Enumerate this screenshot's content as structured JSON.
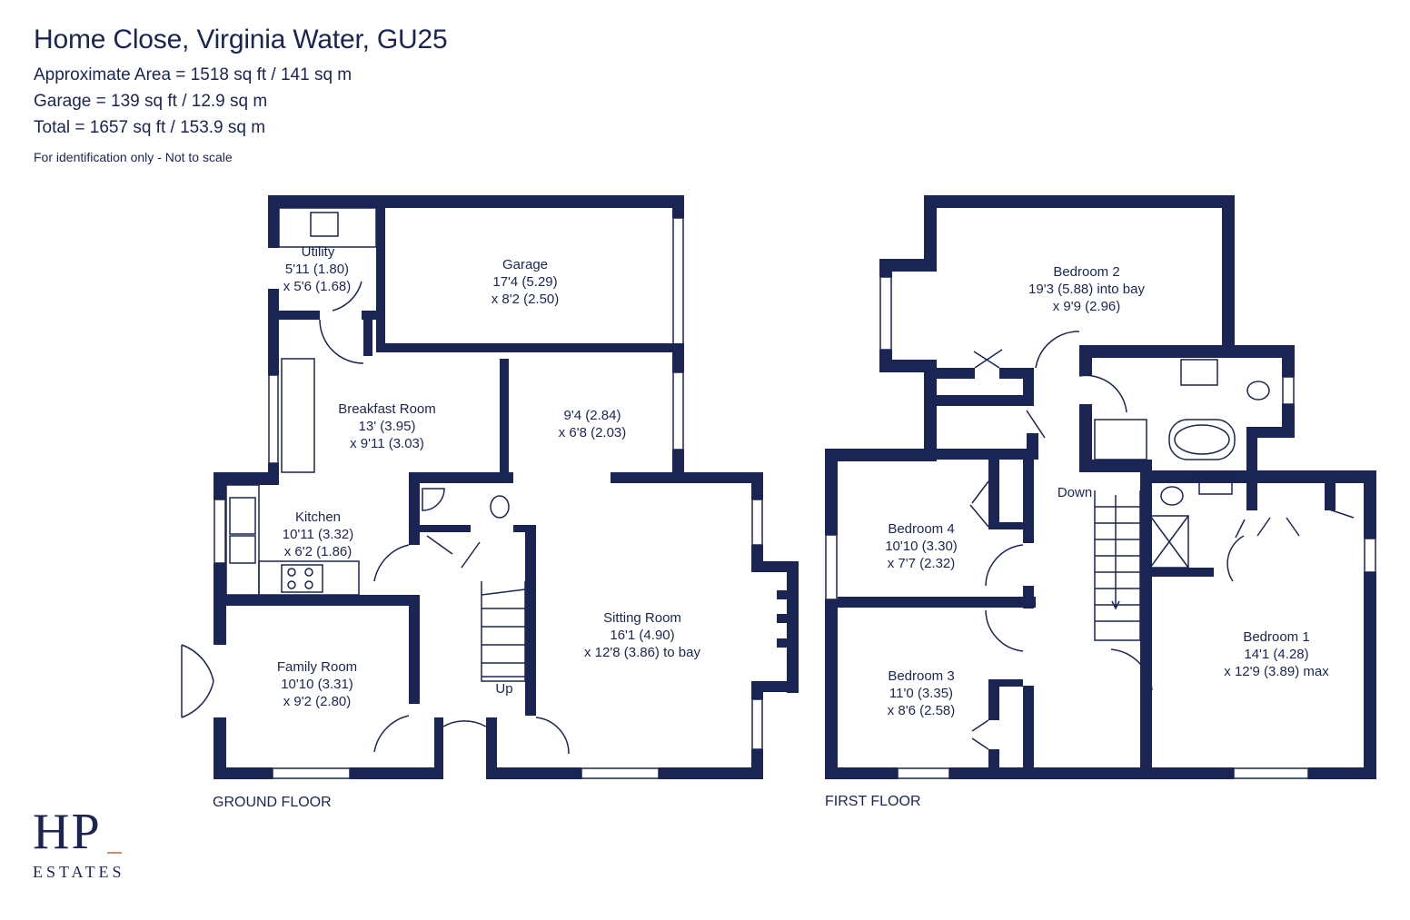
{
  "header": {
    "title": "Home Close, Virginia Water, GU25",
    "area": "Approximate Area = 1518 sq ft / 141 sq m",
    "garage": "Garage = 139 sq ft / 12.9 sq m",
    "total": "Total = 1657 sq ft / 153.9 sq m",
    "note": "For identification only - Not to scale"
  },
  "ground_floor": {
    "label": "GROUND FLOOR",
    "utility": {
      "name": "Utility",
      "dim1": "5'11 (1.80)",
      "dim2": "x 5'6 (1.68)"
    },
    "garage": {
      "name": "Garage",
      "dim1": "17'4 (5.29)",
      "dim2": "x 8'2 (2.50)"
    },
    "breakfast": {
      "name": "Breakfast Room",
      "dim1": "13' (3.95)",
      "dim2": "x 9'11 (3.03)"
    },
    "alcove": {
      "dim1": "9'4 (2.84)",
      "dim2": "x 6'8 (2.03)"
    },
    "kitchen": {
      "name": "Kitchen",
      "dim1": "10'11 (3.32)",
      "dim2": "x 6'2 (1.86)"
    },
    "sitting": {
      "name": "Sitting Room",
      "dim1": "16'1 (4.90)",
      "dim2": "x 12'8 (3.86) to bay"
    },
    "family": {
      "name": "Family Room",
      "dim1": "10'10 (3.31)",
      "dim2": "x 9'2 (2.80)"
    },
    "stairs": "Up"
  },
  "first_floor": {
    "label": "FIRST FLOOR",
    "bedroom2": {
      "name": "Bedroom 2",
      "dim1": "19'3 (5.88) into bay",
      "dim2": "x 9'9 (2.96)"
    },
    "bedroom4": {
      "name": "Bedroom 4",
      "dim1": "10'10 (3.30)",
      "dim2": "x 7'7 (2.32)"
    },
    "bedroom3": {
      "name": "Bedroom 3",
      "dim1": "11'0 (3.35)",
      "dim2": "x 8'6 (2.58)"
    },
    "bedroom1": {
      "name": "Bedroom 1",
      "dim1": "14'1 (4.28)",
      "dim2": "x 12'9 (3.89) max"
    },
    "stairs": "Down"
  },
  "logo": {
    "mark": "HP",
    "name": "ESTATES"
  },
  "colors": {
    "wall": "#1b2553",
    "accent": "#c9906a",
    "background": "#ffffff"
  }
}
